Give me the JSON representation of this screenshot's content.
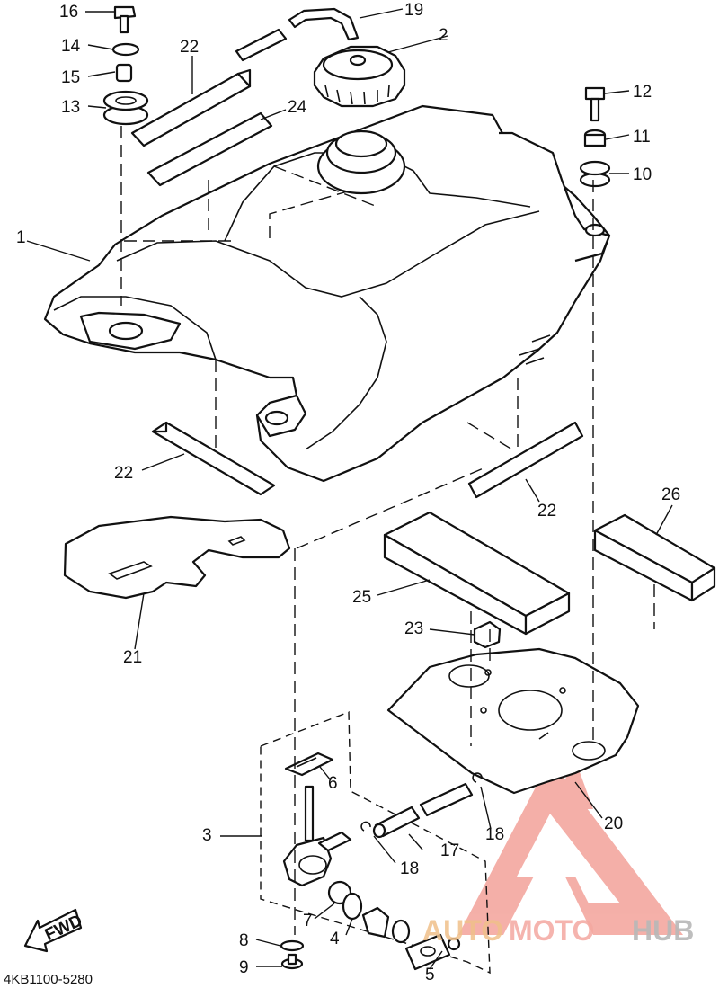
{
  "diagram": {
    "code": "4KB1100-5280",
    "fwd_label": "FWD",
    "parts": [
      {
        "id": "p1",
        "number": "1"
      },
      {
        "id": "p2",
        "number": "2"
      },
      {
        "id": "p3",
        "number": "3"
      },
      {
        "id": "p4",
        "number": "4"
      },
      {
        "id": "p5",
        "number": "5"
      },
      {
        "id": "p6",
        "number": "6"
      },
      {
        "id": "p7",
        "number": "7"
      },
      {
        "id": "p8",
        "number": "8"
      },
      {
        "id": "p9",
        "number": "9"
      },
      {
        "id": "p10",
        "number": "10"
      },
      {
        "id": "p11",
        "number": "11"
      },
      {
        "id": "p12",
        "number": "12"
      },
      {
        "id": "p13",
        "number": "13"
      },
      {
        "id": "p14",
        "number": "14"
      },
      {
        "id": "p15",
        "number": "15"
      },
      {
        "id": "p16",
        "number": "16"
      },
      {
        "id": "p17",
        "number": "17"
      },
      {
        "id": "p18a",
        "number": "18"
      },
      {
        "id": "p18b",
        "number": "18"
      },
      {
        "id": "p19",
        "number": "19"
      },
      {
        "id": "p20",
        "number": "20"
      },
      {
        "id": "p21",
        "number": "21"
      },
      {
        "id": "p22a",
        "number": "22"
      },
      {
        "id": "p22b",
        "number": "22"
      },
      {
        "id": "p22c",
        "number": "22"
      },
      {
        "id": "p23",
        "number": "23"
      },
      {
        "id": "p24",
        "number": "24"
      },
      {
        "id": "p25",
        "number": "25"
      },
      {
        "id": "p26",
        "number": "26"
      }
    ]
  },
  "watermark": {
    "text_auto": "AUTO",
    "text_moto": "MOTO",
    "text_hub": "HUB",
    "color_auto": "#f0c08a",
    "color_moto": "#f4a8a0",
    "color_hub": "#b8b8b8",
    "logo_color": "#f3a29a"
  }
}
